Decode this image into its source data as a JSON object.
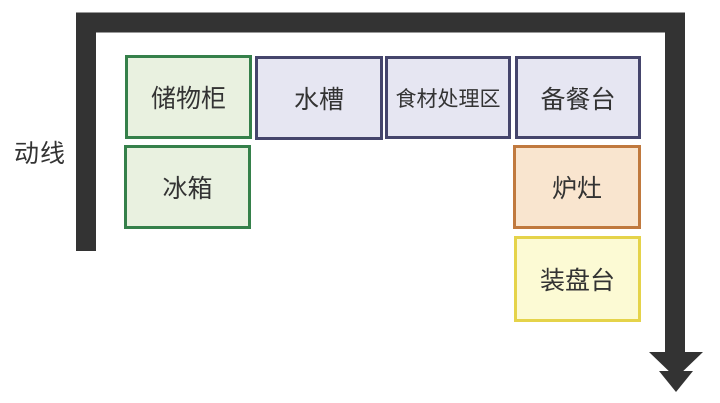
{
  "diagram": {
    "flow_label": "动线",
    "flow_line_color": "#333333",
    "background_color": "#ffffff",
    "stations": [
      {
        "label": "储物柜",
        "fill": "#e9f1e0",
        "border": "#35804a"
      },
      {
        "label": "水槽",
        "fill": "#e6e6f2",
        "border": "#45456c"
      },
      {
        "label": "食材处理区",
        "fill": "#e6e6f2",
        "border": "#45456c"
      },
      {
        "label": "备餐台",
        "fill": "#e6e6f2",
        "border": "#45456c"
      },
      {
        "label": "冰箱",
        "fill": "#e9f1e0",
        "border": "#35804a"
      },
      {
        "label": "炉灶",
        "fill": "#f9e5cf",
        "border": "#c0793e"
      },
      {
        "label": "装盘台",
        "fill": "#fcfad4",
        "border": "#e5d34a"
      }
    ]
  }
}
